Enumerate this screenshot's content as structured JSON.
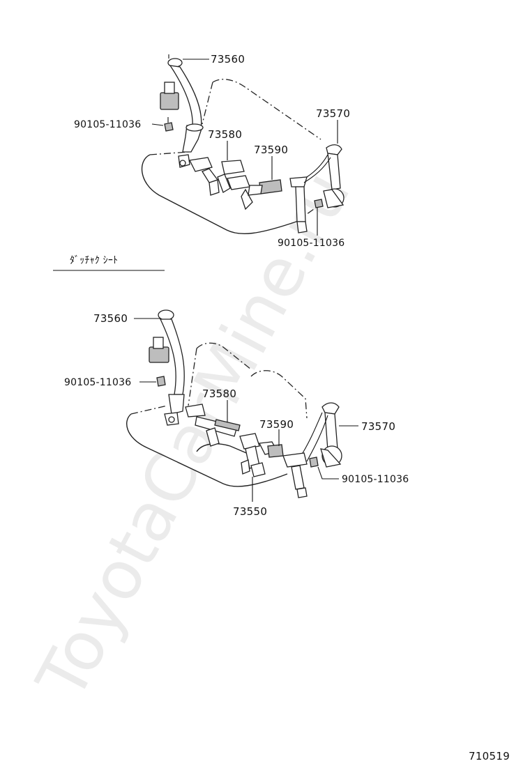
{
  "watermark": "ToyotaCarMine.ru",
  "diagram_id": "710519",
  "section_upper": {
    "labels": {
      "shoulder_belt_left": "73560",
      "bolt_left": "90105-11036",
      "buckle_center": "73580",
      "buckle_right": "73590",
      "shoulder_belt_right": "73570",
      "bolt_right": "90105-11036"
    }
  },
  "section_heading": "ﾀﾞｯﾁｬｸ ｼｰﾄ",
  "section_lower": {
    "labels": {
      "shoulder_belt_left": "73560",
      "bolt_left": "90105-11036",
      "buckle_center": "73580",
      "buckle_right": "73590",
      "shoulder_belt_right": "73570",
      "bolt_right": "90105-11036",
      "lap_belt_center": "73550"
    }
  }
}
